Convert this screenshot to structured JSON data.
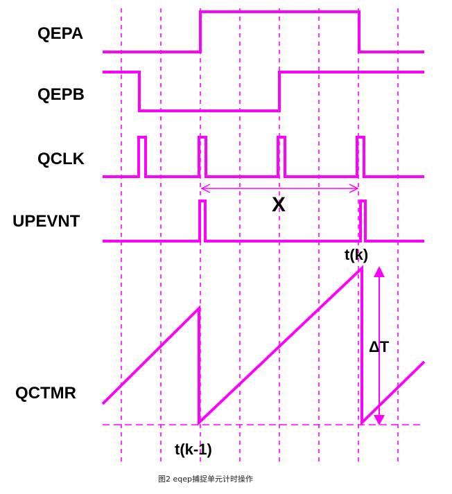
{
  "colors": {
    "waveform": "#ff00ff",
    "text": "#000000",
    "caption": "#222222",
    "background": "#ffffff"
  },
  "signals": {
    "qepa": "QEPA",
    "qepb": "QEPB",
    "qclk": "QCLK",
    "upevnt": "UPEVNT",
    "qctmr": "QCTMR"
  },
  "annotations": {
    "interval": "X",
    "t_k": "t(k)",
    "t_k_minus_1": "t(k-1)",
    "delta_t": "ΔT"
  },
  "caption": "图2  eqep捕捉单元计时操作"
}
